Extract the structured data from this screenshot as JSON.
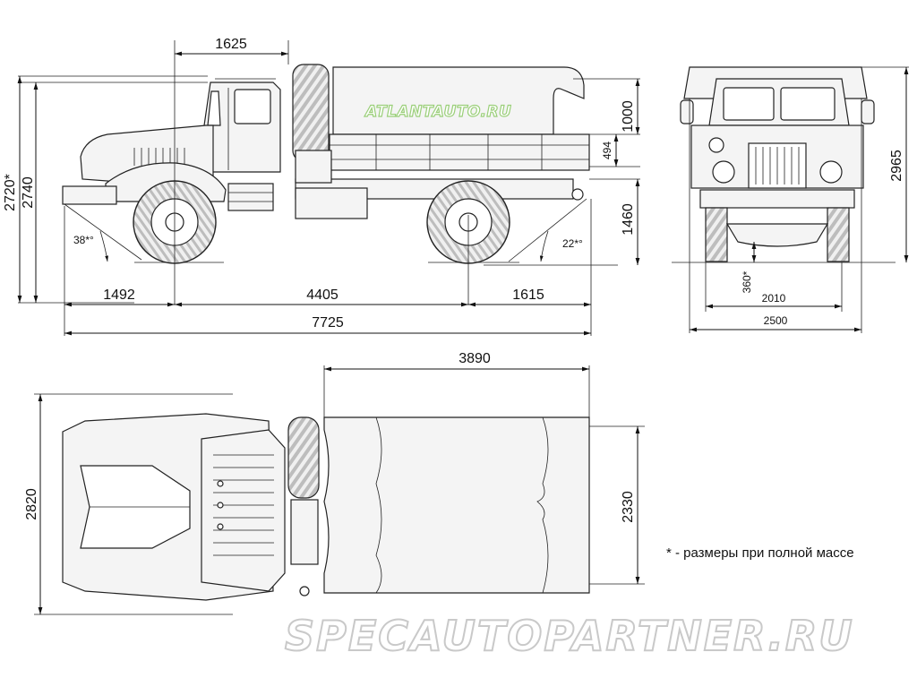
{
  "watermarks": {
    "top": "ATLANTAUTO.RU",
    "bottom": "SPECAUTOPARTNER.RU"
  },
  "note": "* - размеры при полной массе",
  "side_view": {
    "cab_length": "1625",
    "front_overhang": "1492",
    "wheelbase": "4405",
    "rear_overhang": "1615",
    "overall_length": "7725",
    "height_loaded": "2720*",
    "height": "2740",
    "approach_angle": "38*°",
    "departure_angle": "22*°",
    "tarp_height": "1000",
    "side_board": "494",
    "platform_height": "1460"
  },
  "front_view": {
    "overall_height": "2965",
    "ground_clearance": "360*",
    "track": "2010",
    "overall_width": "2500"
  },
  "top_view": {
    "body_length": "3890",
    "overall_width": "2820",
    "body_width": "2330"
  }
}
